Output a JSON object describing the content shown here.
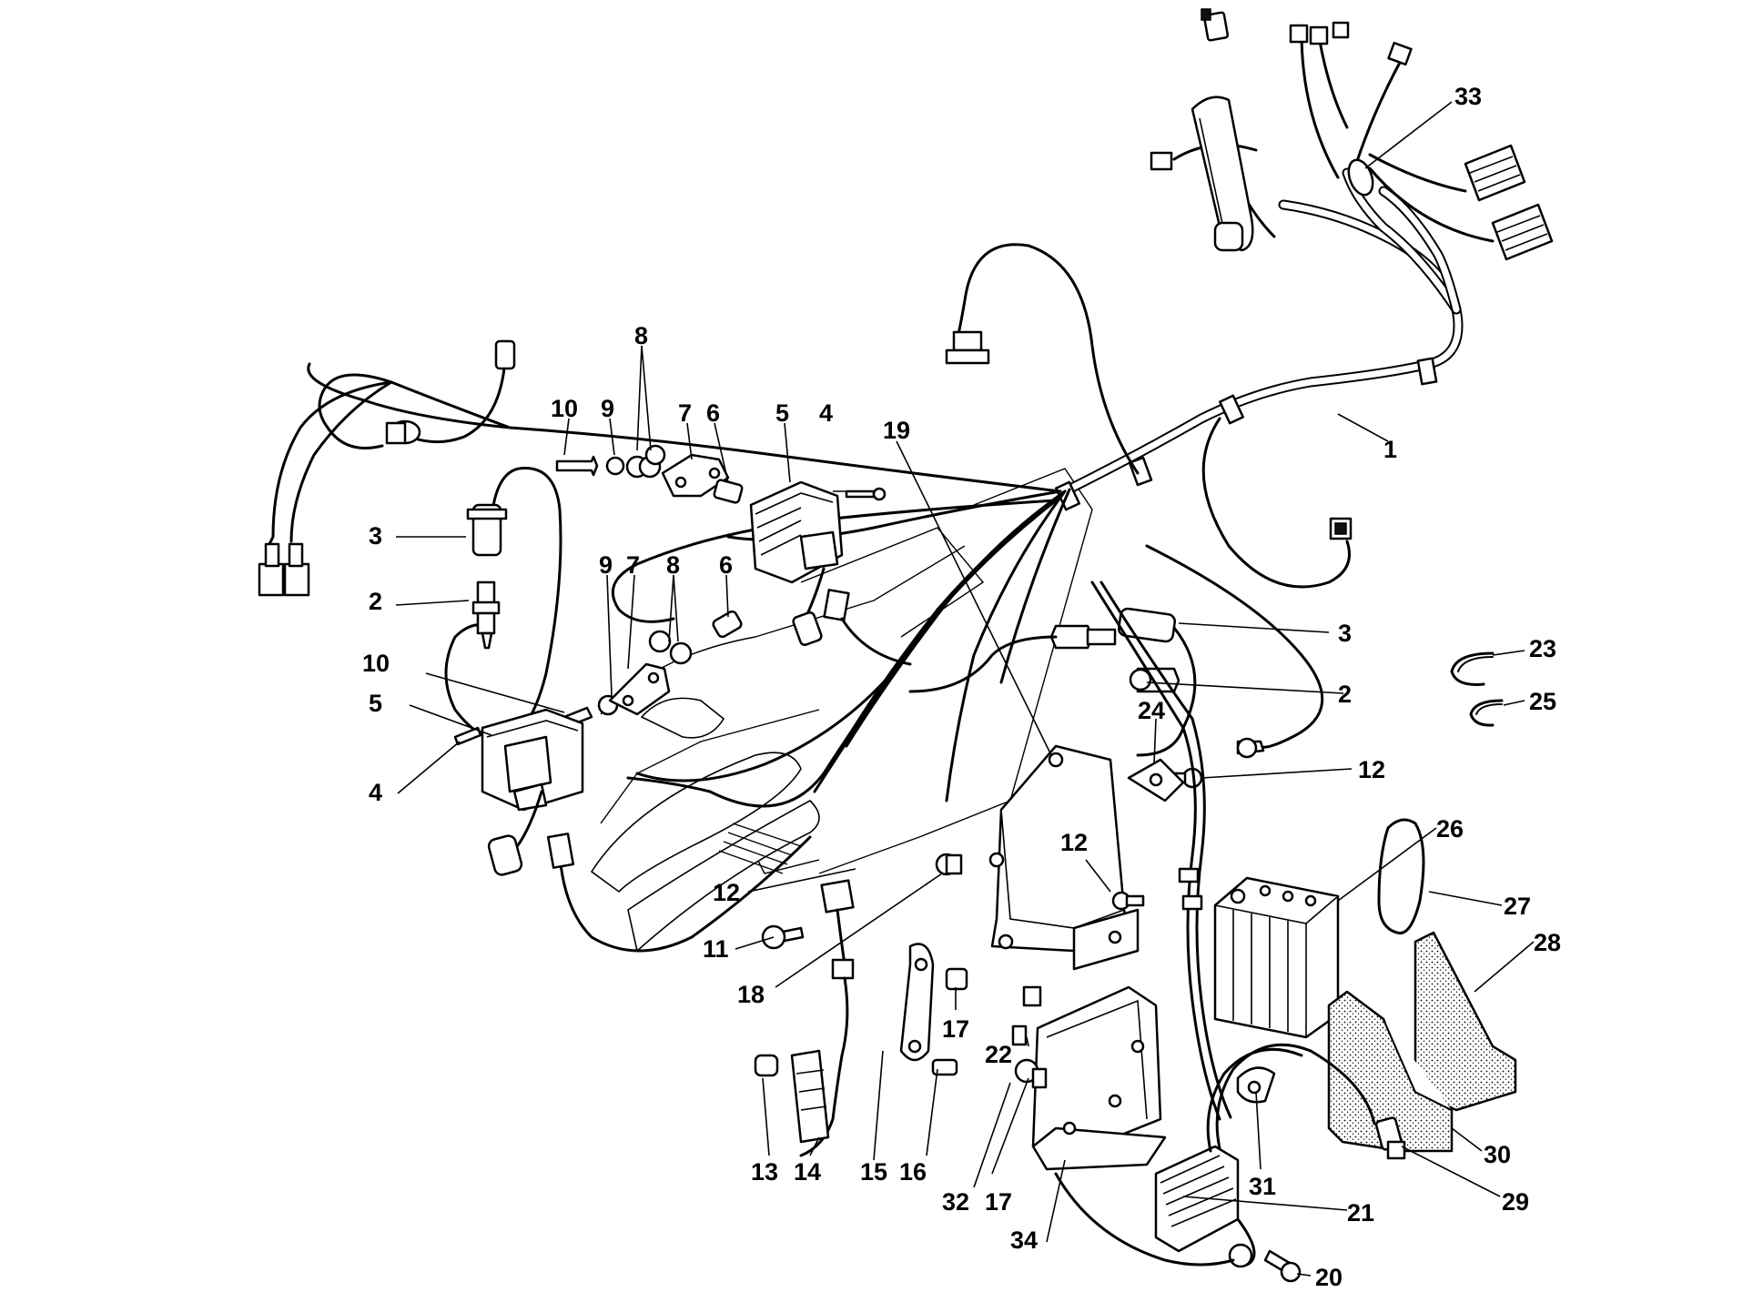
{
  "callouts": [
    {
      "id": "c1",
      "text": "1"
    },
    {
      "id": "c2a",
      "text": "2"
    },
    {
      "id": "c2b",
      "text": "2"
    },
    {
      "id": "c3a",
      "text": "3"
    },
    {
      "id": "c3b",
      "text": "3"
    },
    {
      "id": "c4a",
      "text": "4"
    },
    {
      "id": "c4b",
      "text": "4"
    },
    {
      "id": "c5a",
      "text": "5"
    },
    {
      "id": "c5b",
      "text": "5"
    },
    {
      "id": "c6a",
      "text": "6"
    },
    {
      "id": "c6b",
      "text": "6"
    },
    {
      "id": "c7a",
      "text": "7"
    },
    {
      "id": "c7b",
      "text": "7"
    },
    {
      "id": "c8a",
      "text": "8"
    },
    {
      "id": "c8b",
      "text": "8"
    },
    {
      "id": "c9a",
      "text": "9"
    },
    {
      "id": "c9b",
      "text": "9"
    },
    {
      "id": "c10a",
      "text": "10"
    },
    {
      "id": "c10b",
      "text": "10"
    },
    {
      "id": "c11",
      "text": "11"
    },
    {
      "id": "c12a",
      "text": "12"
    },
    {
      "id": "c12b",
      "text": "12"
    },
    {
      "id": "c12c",
      "text": "12"
    },
    {
      "id": "c13",
      "text": "13"
    },
    {
      "id": "c14",
      "text": "14"
    },
    {
      "id": "c15",
      "text": "15"
    },
    {
      "id": "c16",
      "text": "16"
    },
    {
      "id": "c17a",
      "text": "17"
    },
    {
      "id": "c17b",
      "text": "17"
    },
    {
      "id": "c18",
      "text": "18"
    },
    {
      "id": "c19",
      "text": "19"
    },
    {
      "id": "c20",
      "text": "20"
    },
    {
      "id": "c21",
      "text": "21"
    },
    {
      "id": "c22",
      "text": "22"
    },
    {
      "id": "c23",
      "text": "23"
    },
    {
      "id": "c24",
      "text": "24"
    },
    {
      "id": "c25",
      "text": "25"
    },
    {
      "id": "c26",
      "text": "26"
    },
    {
      "id": "c27",
      "text": "27"
    },
    {
      "id": "c28",
      "text": "28"
    },
    {
      "id": "c29",
      "text": "29"
    },
    {
      "id": "c30",
      "text": "30"
    },
    {
      "id": "c31",
      "text": "31"
    },
    {
      "id": "c32",
      "text": "32"
    },
    {
      "id": "c33",
      "text": "33"
    },
    {
      "id": "c34",
      "text": "34"
    }
  ]
}
